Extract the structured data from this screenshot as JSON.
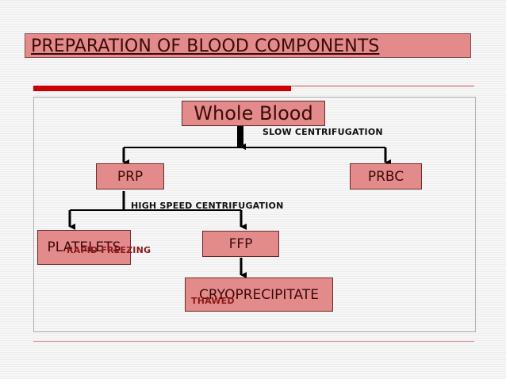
{
  "title": "PREPARATION OF BLOOD COMPONENTS",
  "nodes": {
    "whole_blood": "Whole Blood",
    "prp": "PRP",
    "prbc": "PRBC",
    "platelets": "PLATELETS",
    "ffp": "FFP",
    "cryo": "CRYOPRECIPITATE"
  },
  "notes": {
    "slow": "SLOW CENTRIFUGATION",
    "high": "HIGH SPEED CENTRIFUGATION",
    "rapid": "RAPID FREEZING",
    "thawed": "THAWED"
  },
  "colors": {
    "node_fill": "#e38b8b",
    "accent_bar": "#cc0000"
  }
}
